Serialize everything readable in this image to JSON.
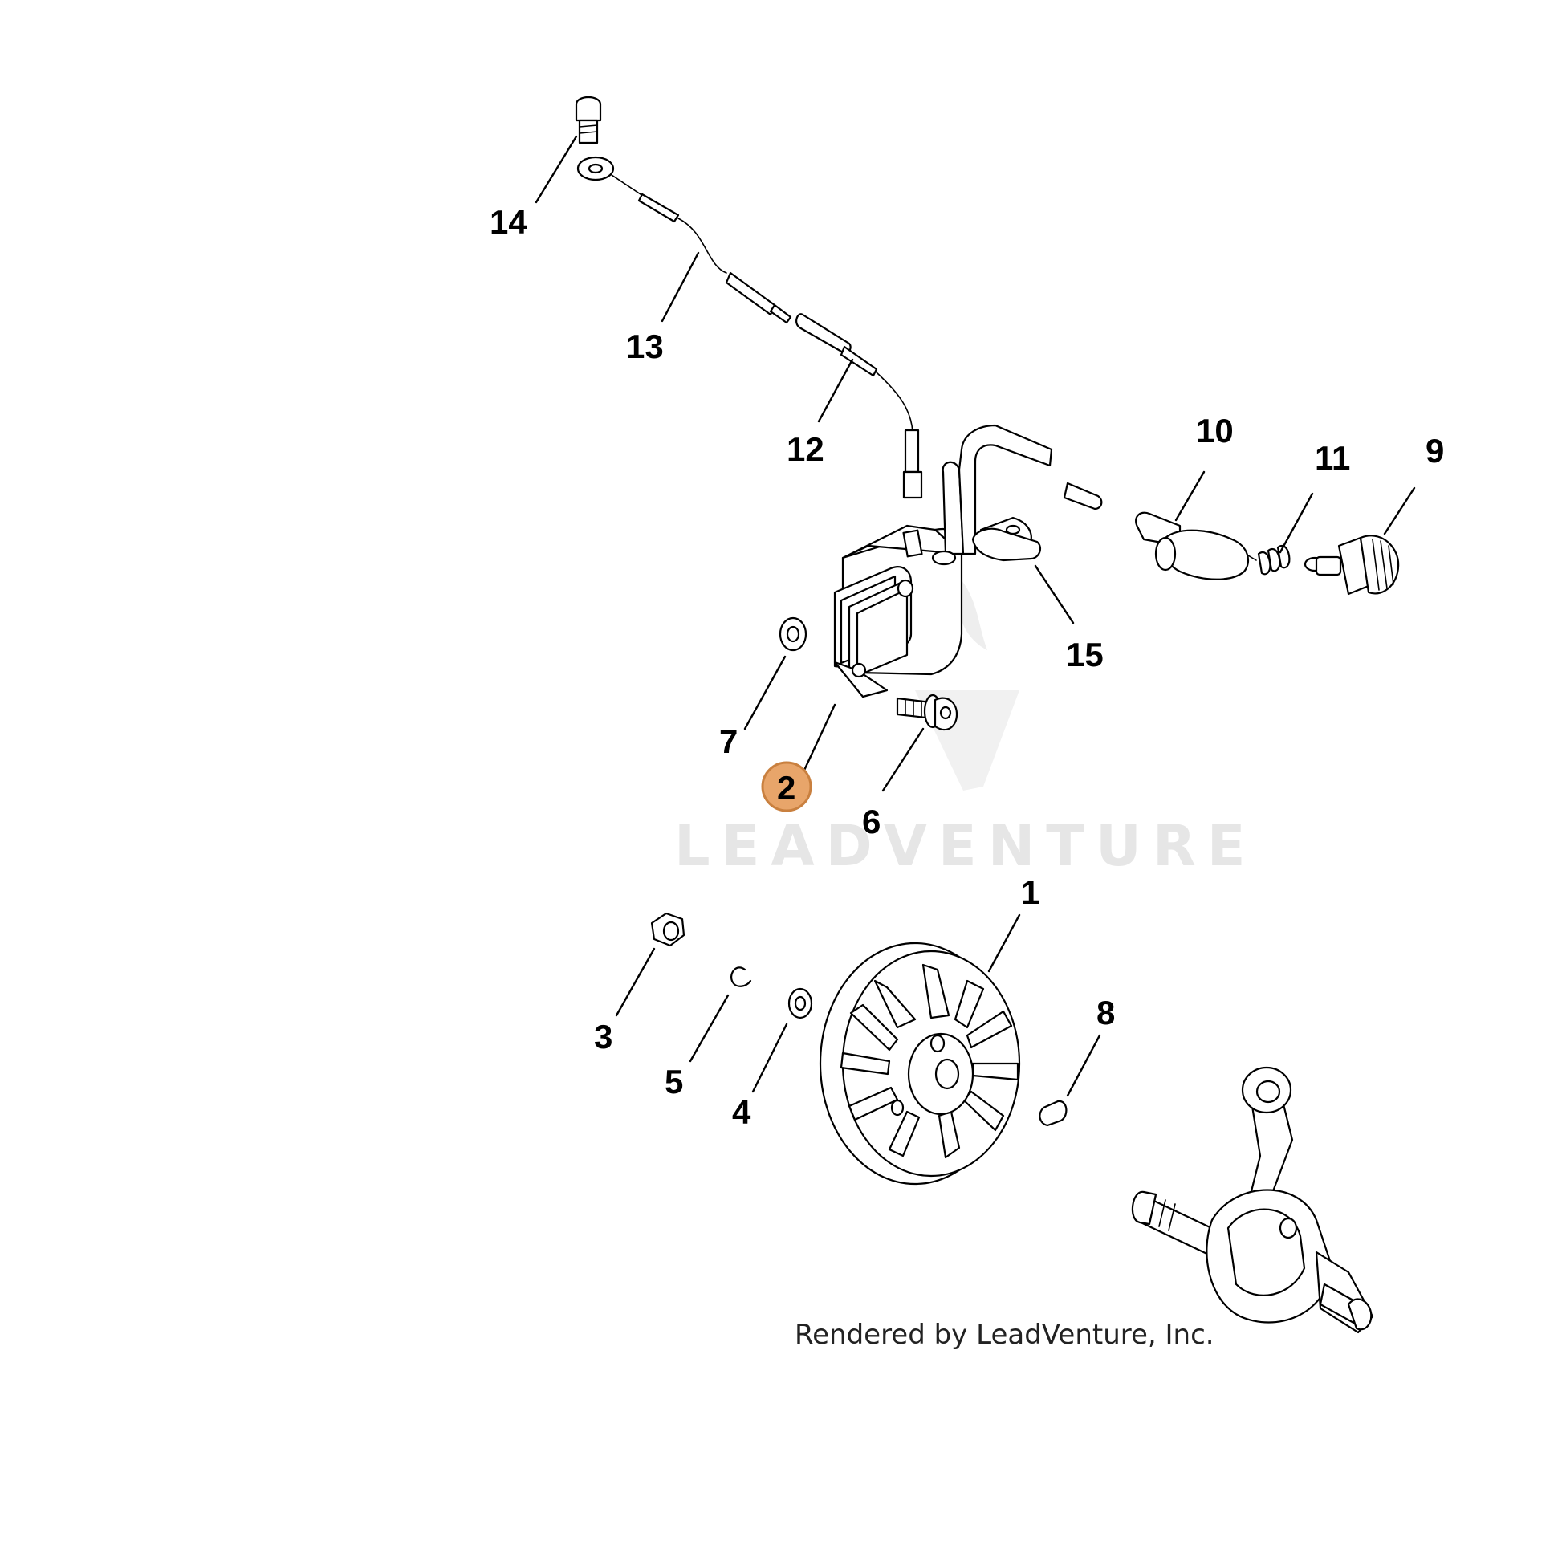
{
  "diagram": {
    "watermark": "LEADVENTURE",
    "credit": "Rendered by LeadVenture, Inc.",
    "highlight_color": "#e8a56a",
    "callouts": {
      "c1": "1",
      "c2": "2",
      "c3": "3",
      "c4": "4",
      "c5": "5",
      "c6": "6",
      "c7": "7",
      "c8": "8",
      "c9": "9",
      "c10": "10",
      "c11": "11",
      "c12": "12",
      "c13": "13",
      "c14": "14",
      "c15": "15"
    },
    "selected_callout": "2"
  }
}
